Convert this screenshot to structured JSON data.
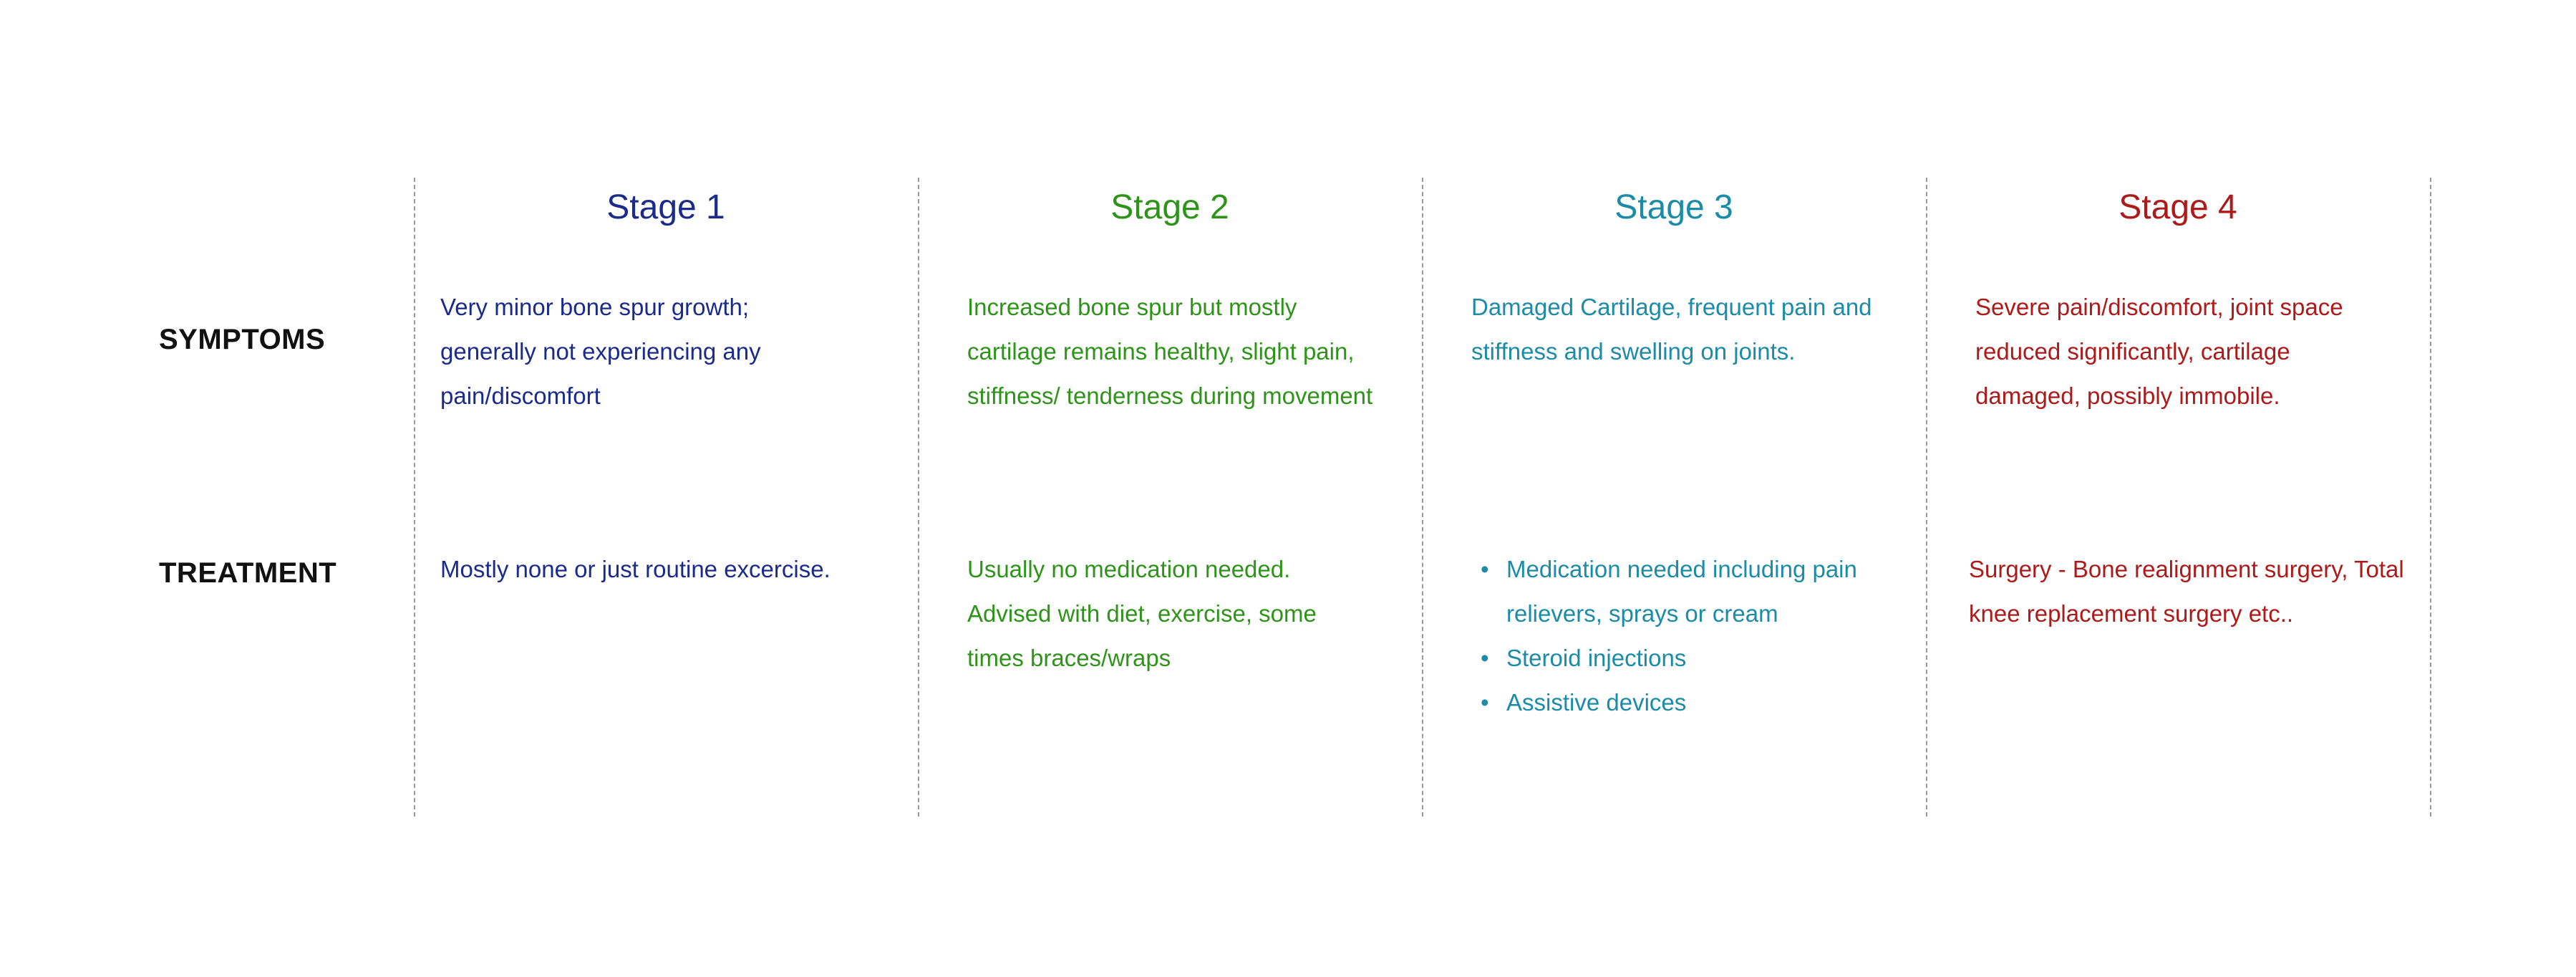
{
  "rows": {
    "symptoms": "SYMPTOMS",
    "treatment": "TREATMENT"
  },
  "stages": [
    {
      "title": "Stage 1",
      "color": "#1a2b8c",
      "symptoms": "Very minor bone spur growth; generally not experiencing any pain/discomfort",
      "treatment": "Mostly none or just routine excercise."
    },
    {
      "title": "Stage 2",
      "color": "#2e9419",
      "symptoms": "Increased bone spur but mostly cartilage remains healthy, slight pain, stiffness/ tenderness during movement",
      "treatment": "Usually no medication needed. Advised with diet, exercise, some times braces/wraps"
    },
    {
      "title": "Stage 3",
      "color": "#1b8ba8",
      "symptoms": "Damaged Cartilage, frequent pain and stiffness and  swelling on joints.",
      "treatment_items": [
        "Medication needed including pain relievers, sprays or cream",
        "Steroid injections",
        "Assistive devices"
      ]
    },
    {
      "title": "Stage 4",
      "color": "#ac1a1a",
      "symptoms": " Severe pain/discomfort, joint space reduced significantly, cartilage damaged, possibly immobile.",
      "treatment": "Surgery - Bone realignment surgery, Total knee replacement surgery etc.."
    }
  ]
}
